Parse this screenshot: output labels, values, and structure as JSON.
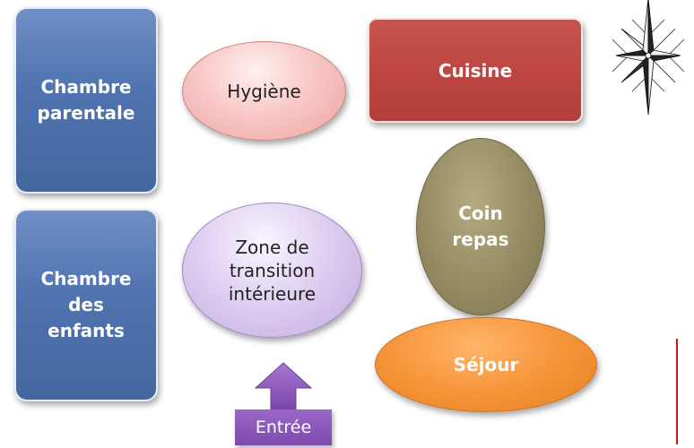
{
  "rooms": {
    "parents": "Chambre\nparentale",
    "children": "Chambre\ndes\nenfants",
    "hygiene": "Hygiène",
    "transition": "Zone de\ntransition\nintérieure",
    "kitchen": "Cuisine",
    "dining": "Coin\nrepas",
    "living": "Séjour"
  },
  "entrance": {
    "label": "Entrée"
  },
  "colors": {
    "bedrooms": "#4f73b0",
    "hygiene": "#f8c8c6",
    "transition": "#dcccf0",
    "kitchen": "#bd4541",
    "dining": "#958a62",
    "living": "#f6953a",
    "entrance": "#7e49ad"
  },
  "icons": {
    "entrance_arrow": "up-arrow-icon",
    "orientation": "compass-rose-icon"
  }
}
